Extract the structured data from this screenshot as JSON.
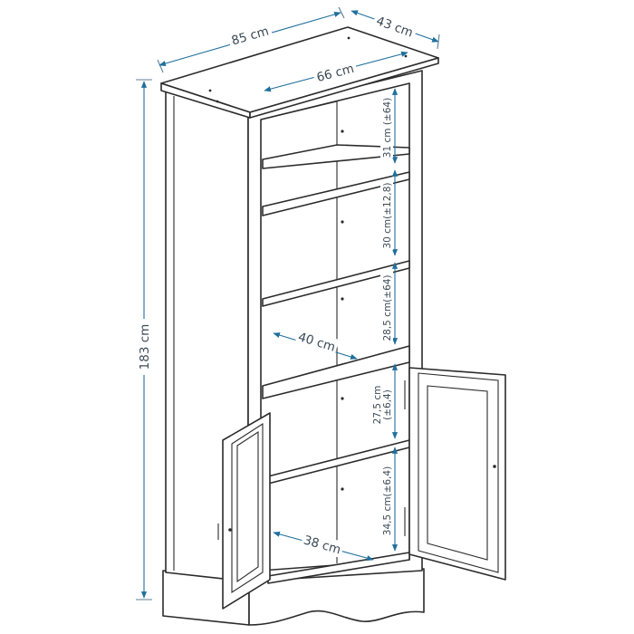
{
  "colors": {
    "outline": "#2b2b2b",
    "dimension": "#1f6f9c",
    "text": "#3c4a55"
  },
  "dimensions": {
    "width": "85 cm",
    "depth": "43 cm",
    "inner_width": "66 cm",
    "height": "183 cm",
    "shelf1": "31 cm (±64)",
    "shelf2": "30 cm(±12,8)",
    "shelf3": "28,5 cm(±64)",
    "shelf_depth_upper": "40 cm",
    "shelf4_value": "27,5 cm",
    "shelf4_tolerance": "(±6,4)",
    "shelf5": "34,5 cm(±6,4)",
    "shelf_depth_lower": "38 cm"
  }
}
